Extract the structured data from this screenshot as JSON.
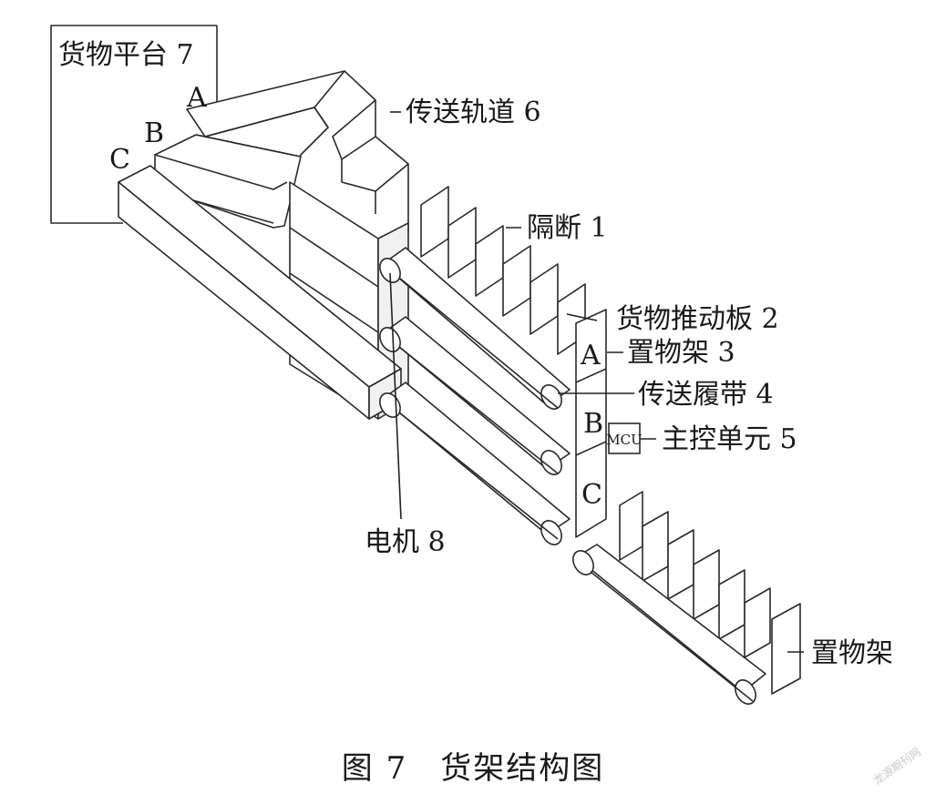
{
  "figure": {
    "caption": "图 7　货架结构图",
    "watermark": "龙源期刊网"
  },
  "labels": {
    "platform": "货物平台 7",
    "track": "传送轨道 6",
    "partition": "隔断 1",
    "push_plate": "货物推动板 2",
    "shelf3": "置物架 3",
    "belt": "传送履带 4",
    "mcu_unit": "主控单元 5",
    "motor": "电机 8",
    "shelf": "置物架"
  },
  "letters": {
    "platform_a": "A",
    "platform_b": "B",
    "platform_c": "C",
    "tier_a": "A",
    "tier_b": "B",
    "tier_c": "C"
  },
  "mcu_box_text": "MCU",
  "colors": {
    "line": "#2a2a2a",
    "text": "#1a1a1a",
    "background": "#ffffff"
  }
}
